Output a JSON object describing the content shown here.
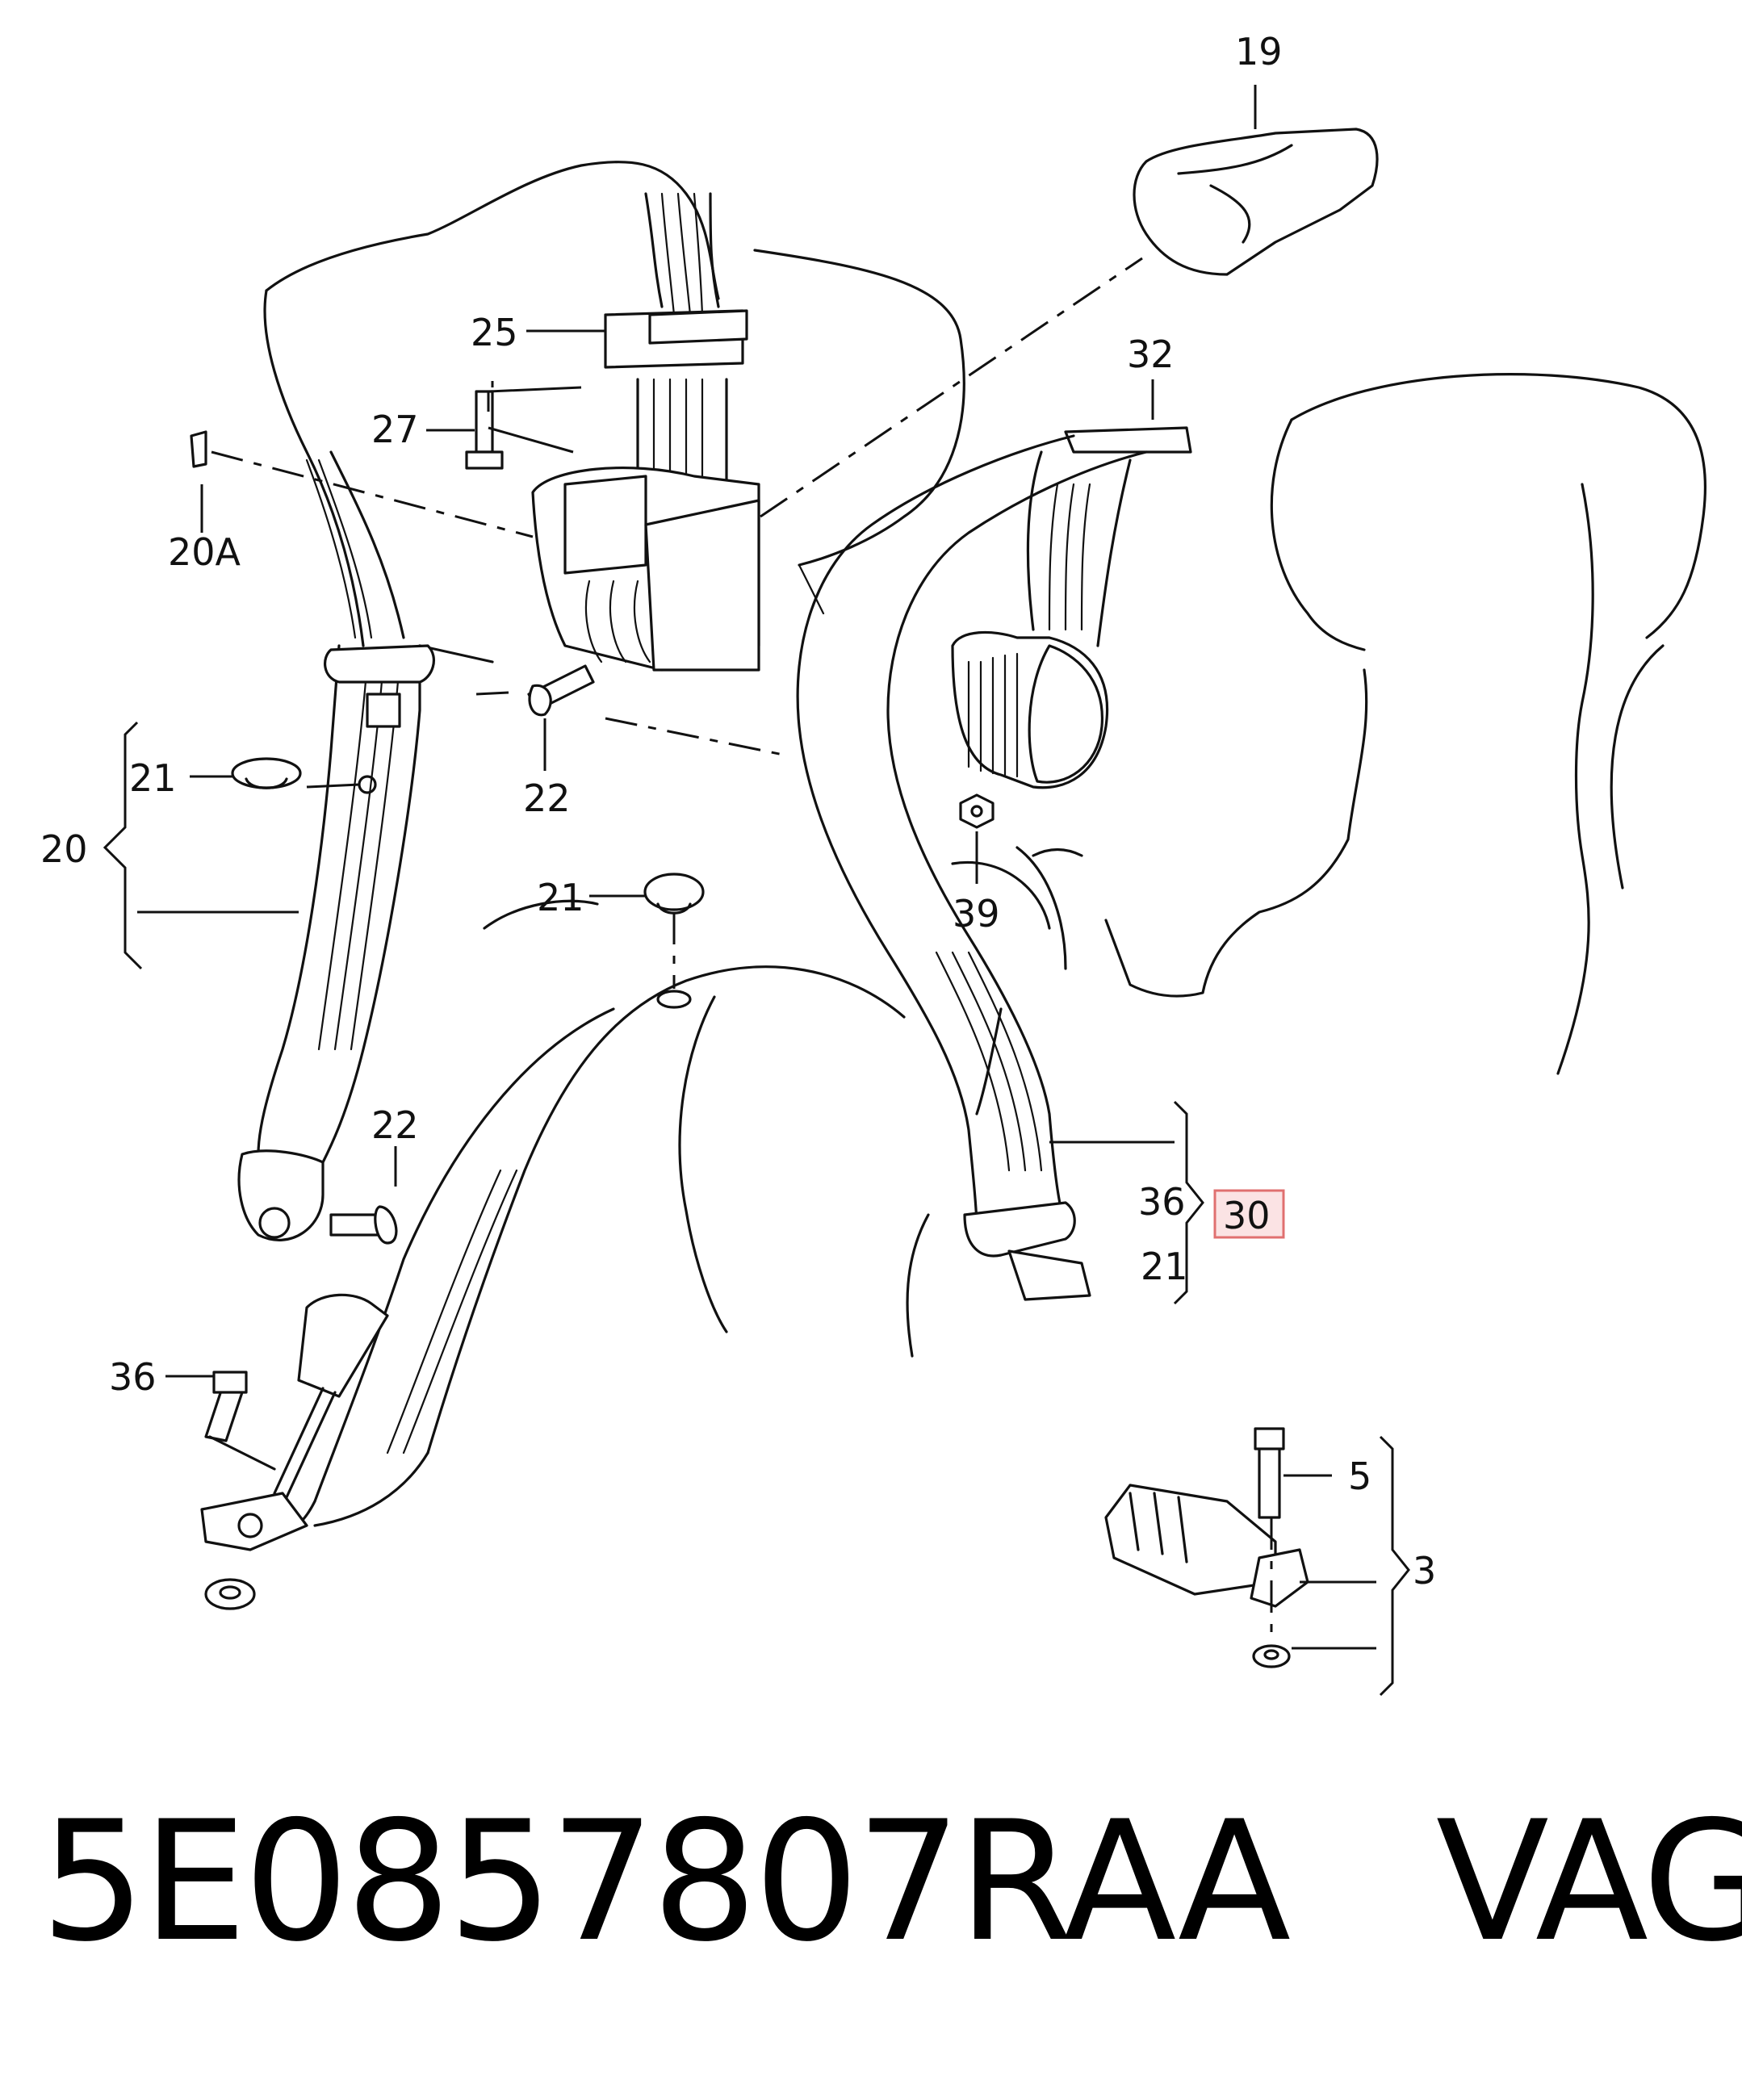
{
  "callouts": {
    "c19": "19",
    "c25": "25",
    "c27": "27",
    "c20a": "20A",
    "c32": "32",
    "c21a": "21",
    "c20": "20",
    "c22a": "22",
    "c21b": "21",
    "c39": "39",
    "c22b": "22",
    "c36a": "36",
    "c30": "30",
    "c21c": "21",
    "c36b": "36",
    "c5": "5",
    "c3": "3"
  },
  "highlight": {
    "label": "30",
    "fill": "#fbe3e4",
    "stroke": "#e07070"
  },
  "caption": {
    "part_number": "5E0857807RAA",
    "brand": "VAG"
  }
}
